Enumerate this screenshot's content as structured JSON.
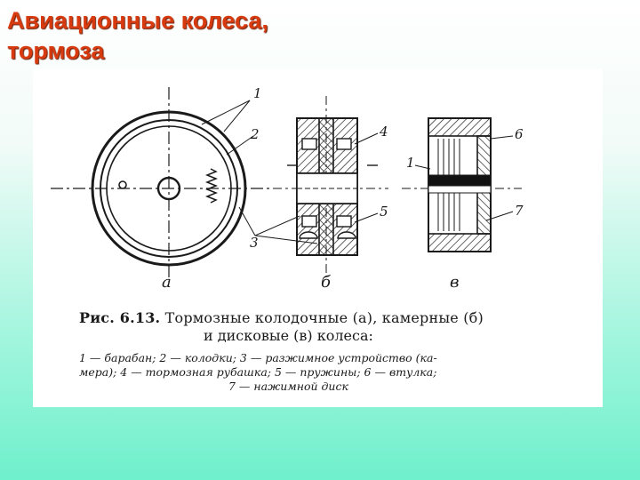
{
  "slide": {
    "title_line1": "Авиационные колеса,",
    "title_line2": "тормоза"
  },
  "figure": {
    "view_labels": [
      "а",
      "б",
      "в"
    ],
    "part_numbers": [
      "1",
      "2",
      "3",
      "4",
      "5",
      "6",
      "7"
    ],
    "caption": {
      "figure_number": "Рис. 6.13.",
      "title_part1": "Тормозные колодочные (а), камерные (б)",
      "title_part2": "и дисковые (в) колеса:",
      "legend_line1": "1 — барабан;  2 — колодки;  3 — разжимное устройство (ка-",
      "legend_line2": "мера);  4 — тормозная рубашка;  5 — пружины;  6 — втулка;",
      "legend_line3": "7 — нажимной диск"
    }
  }
}
